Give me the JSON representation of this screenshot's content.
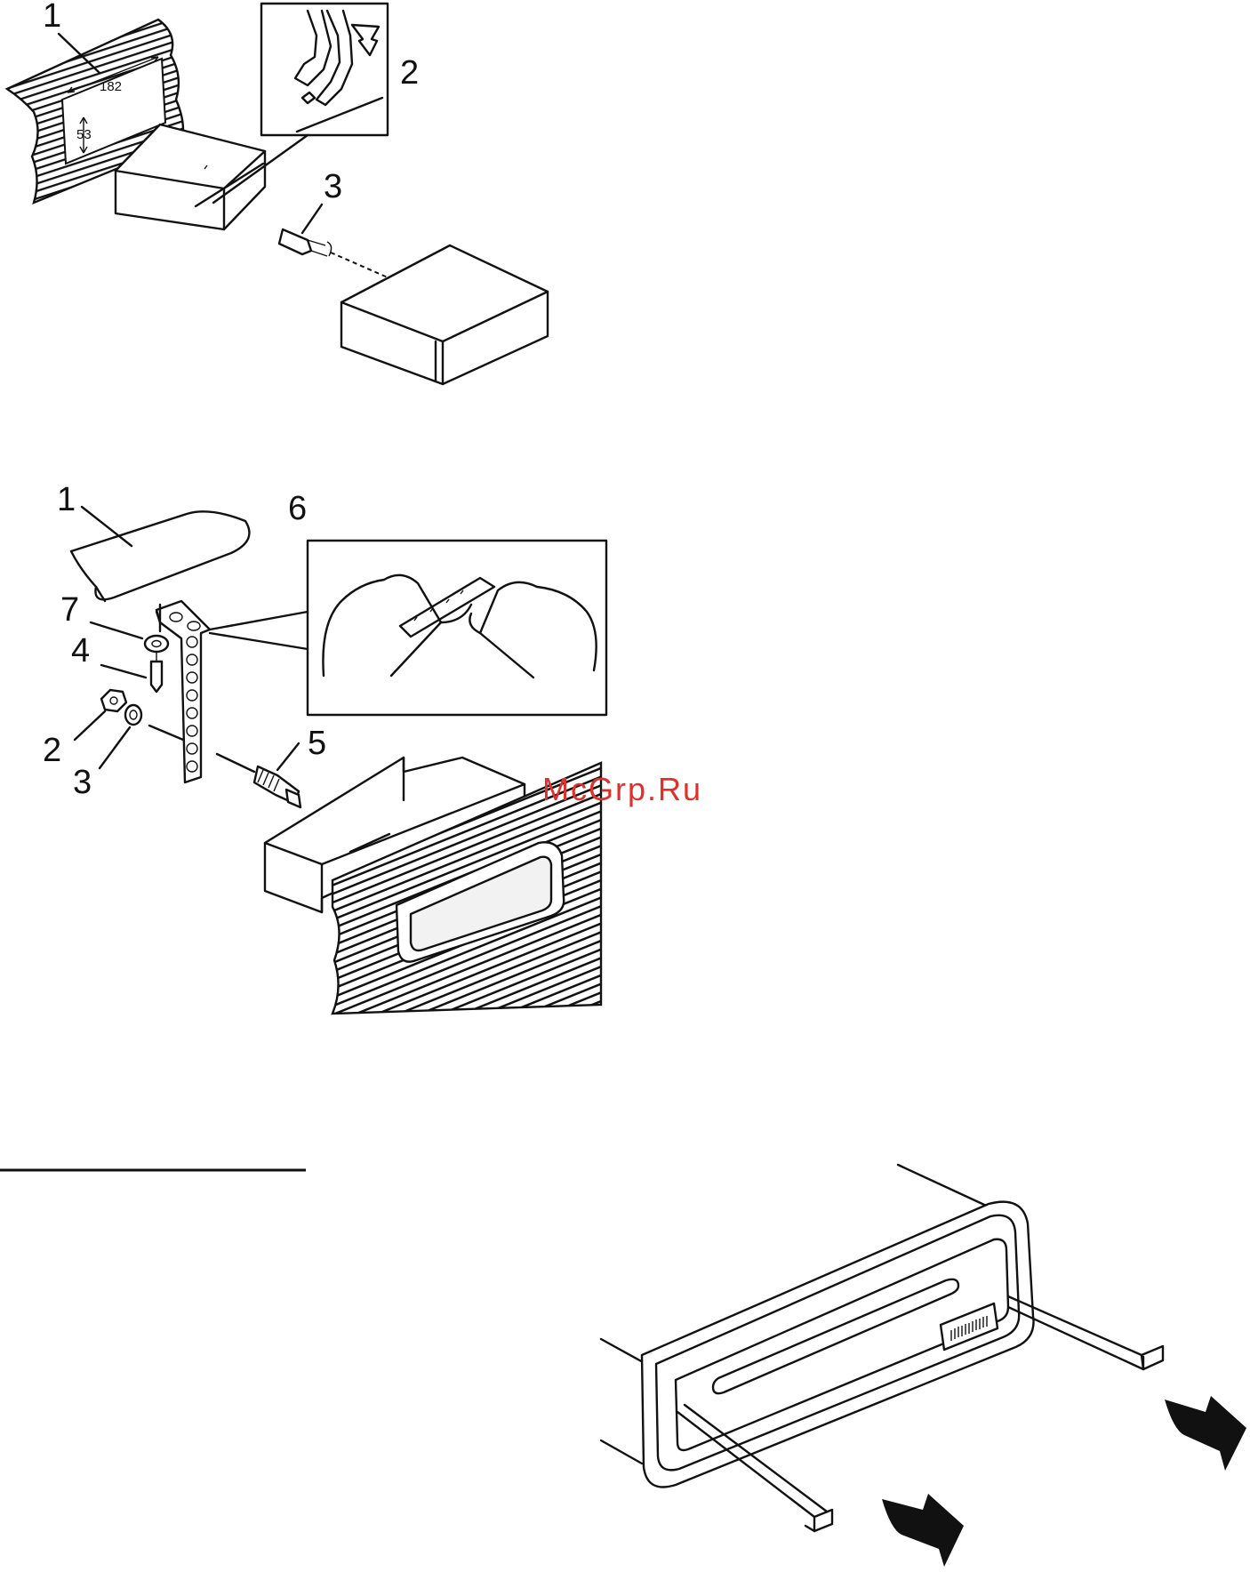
{
  "figure1": {
    "callouts": [
      "1",
      "2",
      "3"
    ],
    "dimensions": {
      "width": "182",
      "height": "53"
    }
  },
  "figure2": {
    "callouts": [
      "1",
      "6",
      "7",
      "4",
      "2",
      "3",
      "5"
    ]
  },
  "watermark": "McGrp.Ru",
  "colors": {
    "ink": "#111111",
    "watermark": "#e0302c",
    "background": "#ffffff"
  },
  "icons": [
    "arrow-right-icon",
    "arrow-down-icon"
  ]
}
